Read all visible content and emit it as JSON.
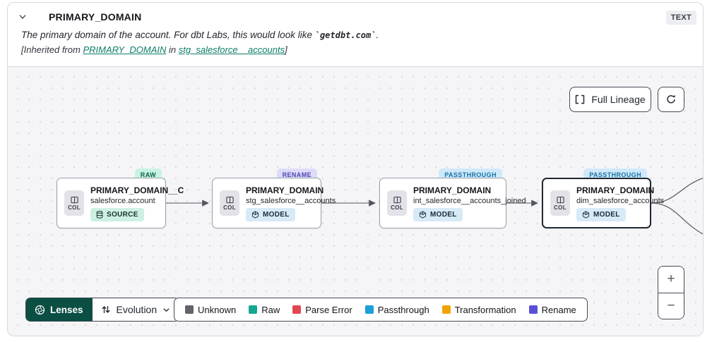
{
  "colors": {
    "accent_link": "#0c7d69",
    "lenses_bg": "#0b4f43",
    "canvas_bg": "#f5f5f7",
    "edge": "#83838d"
  },
  "header": {
    "title": "PRIMARY_DOMAIN",
    "type_badge": "TEXT",
    "description": {
      "prefix": "The primary domain of the account. For dbt Labs, this would look like ",
      "code": "`getdbt.com`",
      "suffix": "."
    },
    "inherited": {
      "prefix": "[Inherited from ",
      "column_link": "PRIMARY_DOMAIN",
      "middle": " in ",
      "model_link": "stg_salesforce__accounts",
      "suffix": "]"
    }
  },
  "toolbar": {
    "full_lineage_label": "Full Lineage"
  },
  "nodes": [
    {
      "title": "PRIMARY_DOMAIN__C",
      "subtitle": "salesforce.account",
      "resource_type": "SOURCE",
      "col_label": "COL",
      "badge": "RAW",
      "badge_bg": "#c7f3e1",
      "badge_fg": "#0e5c4b",
      "tag_bg": "#cdf0e3",
      "tag_fg": "#173029",
      "selected": false
    },
    {
      "title": "PRIMARY_DOMAIN",
      "subtitle": "stg_salesforce__accounts",
      "resource_type": "MODEL",
      "col_label": "COL",
      "badge": "RENAME",
      "badge_bg": "#dddbf7",
      "badge_fg": "#4b44b5",
      "tag_bg": "#d6eaf7",
      "tag_fg": "#1c2a35",
      "selected": false
    },
    {
      "title": "PRIMARY_DOMAIN",
      "subtitle": "int_salesforce__accounts_joined",
      "resource_type": "MODEL",
      "col_label": "COL",
      "badge": "PASSTHROUGH",
      "badge_bg": "#cfe9fa",
      "badge_fg": "#1672a6",
      "tag_bg": "#d6eaf7",
      "tag_fg": "#1c2a35",
      "selected": false
    },
    {
      "title": "PRIMARY_DOMAIN",
      "subtitle": "dim_salesforce_accounts",
      "resource_type": "MODEL",
      "col_label": "COL",
      "badge": "PASSTHROUGH",
      "badge_bg": "#cfe9fa",
      "badge_fg": "#1672a6",
      "tag_bg": "#d6eaf7",
      "tag_fg": "#1c2a35",
      "selected": true
    }
  ],
  "footer": {
    "lenses_label": "Lenses",
    "lens_mode": "Evolution",
    "legend": [
      {
        "label": "Unknown",
        "color": "#63636e"
      },
      {
        "label": "Raw",
        "color": "#15a890"
      },
      {
        "label": "Parse Error",
        "color": "#e2474f"
      },
      {
        "label": "Passthrough",
        "color": "#1d9ed9"
      },
      {
        "label": "Transformation",
        "color": "#f0a308"
      },
      {
        "label": "Rename",
        "color": "#5a50d7"
      }
    ]
  },
  "zoom_controls": {
    "zoom_in": "+",
    "zoom_out": "−"
  }
}
